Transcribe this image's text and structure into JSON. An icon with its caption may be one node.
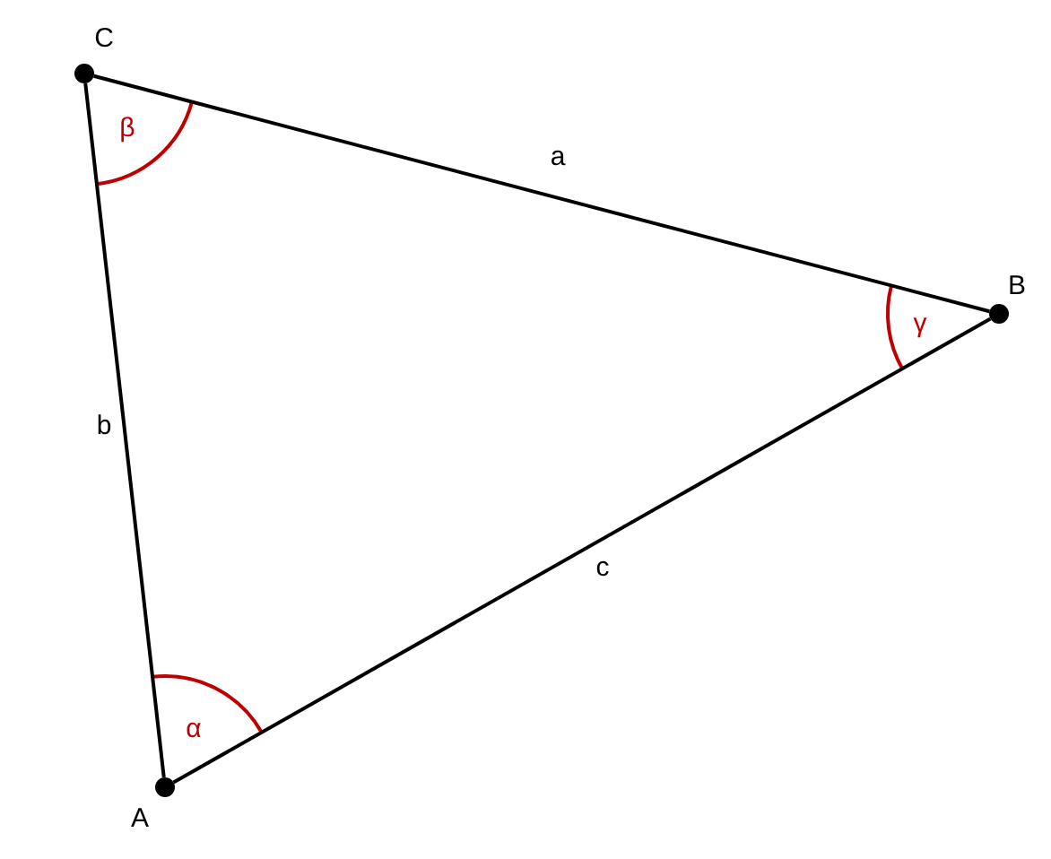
{
  "diagram": {
    "nodes": [
      {
        "text": [],
        "shape": "circle",
        "beside": [
          "C"
        ]
      },
      {
        "text": [],
        "shape": "circle",
        "beside": [
          "B"
        ]
      },
      {
        "text": [],
        "shape": "circle",
        "beside": [
          "A"
        ]
      }
    ],
    "edges": [
      {
        "from": 0,
        "to": 1,
        "arrow": "none",
        "label": "a"
      },
      {
        "from": 0,
        "to": 2,
        "arrow": "none",
        "label": "b"
      },
      {
        "from": 2,
        "to": 1,
        "arrow": "none",
        "label": "c"
      }
    ],
    "labels": [
      "β",
      "γ",
      "α"
    ]
  }
}
